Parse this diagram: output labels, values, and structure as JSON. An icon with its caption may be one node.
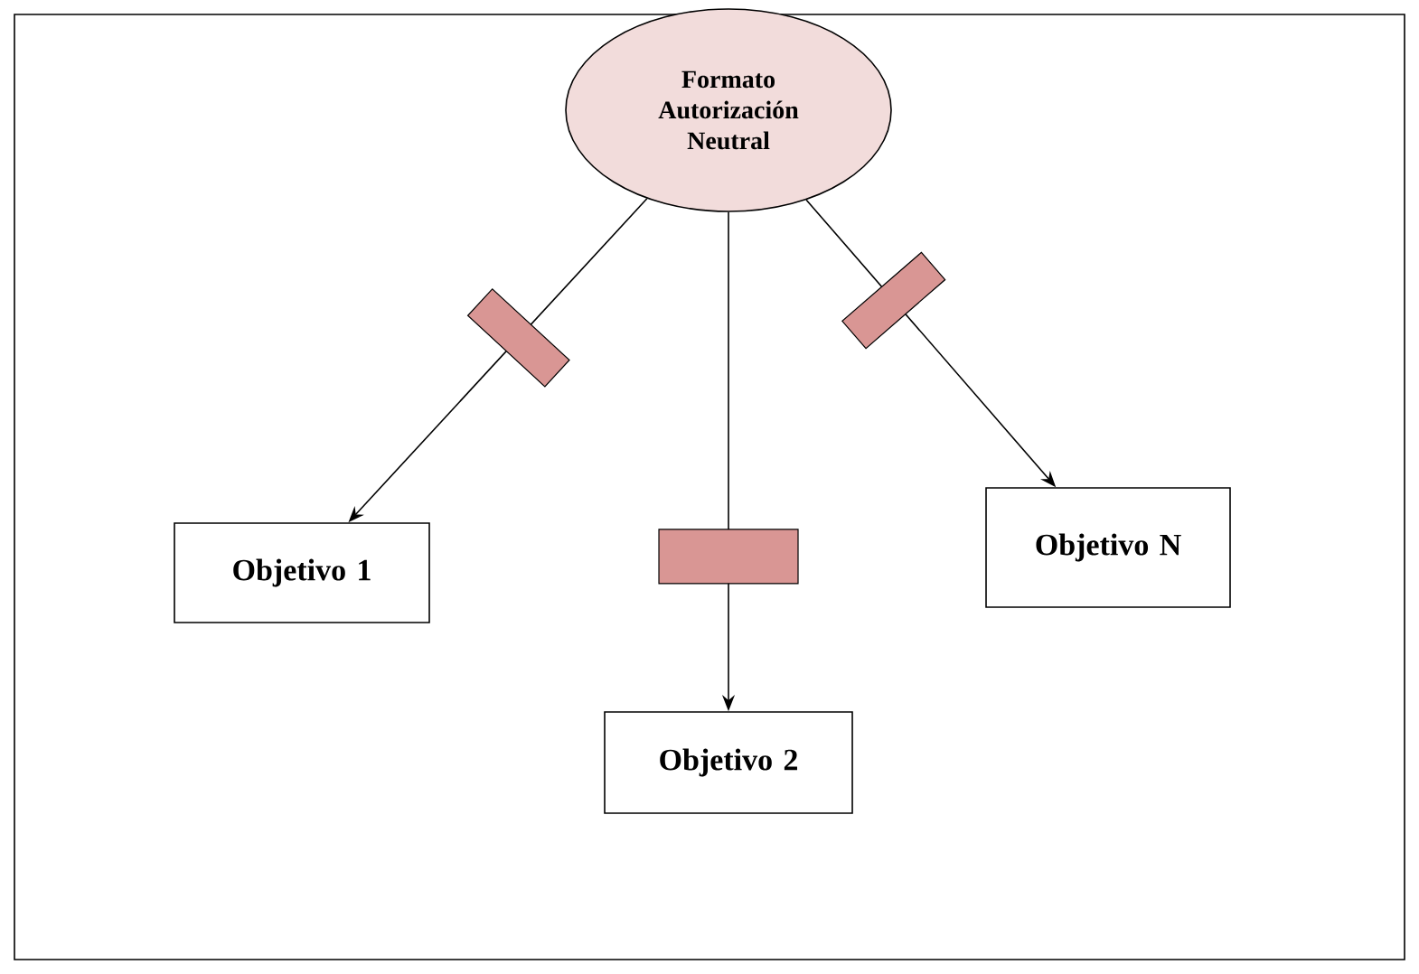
{
  "diagram": {
    "nodes": [
      {
        "text": [
          "Formato Autorización Neutral"
        ]
      },
      {
        "text": [
          "Objetivo 1"
        ]
      },
      {
        "text": [
          "Objetivo 2"
        ]
      },
      {
        "text": [
          "Objetivo N"
        ]
      }
    ],
    "edges": [
      {
        "from": 0,
        "to": 1,
        "arrow": "to"
      },
      {
        "from": 0,
        "to": 2,
        "arrow": "to"
      },
      {
        "from": 0,
        "to": 3,
        "arrow": "to"
      }
    ]
  }
}
